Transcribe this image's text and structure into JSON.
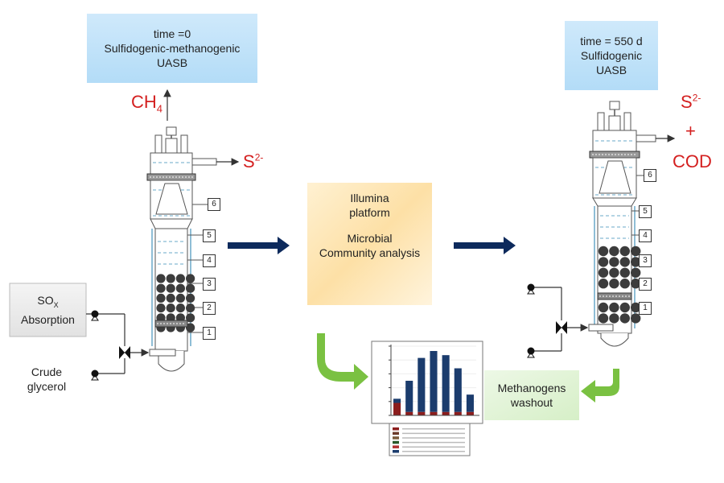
{
  "colors": {
    "label_red": "#d42020",
    "arrow_navy": "#0d2a5c",
    "arrow_green": "#7ac142",
    "box_blue": "#b9def8",
    "box_yellow": "#fde3b0",
    "box_green": "#dff3d3",
    "bead": "#3c3c3c",
    "bar_navy": "#1b3c6d",
    "bar_red": "#8b1d1d"
  },
  "left_box": {
    "line1": "time =0",
    "line2": "Sulfidogenic-methanogenic",
    "line3": "UASB"
  },
  "right_box": {
    "line1": "time = 550 d",
    "line2": "Sulfidogenic",
    "line3": "UASB"
  },
  "center_box": {
    "line1": "Illumina",
    "line2": "platform",
    "line3": "Microbial",
    "line4": "Community analysis"
  },
  "washout_box": {
    "line1": "Methanogens",
    "line2": "washout"
  },
  "sox_box": {
    "line1_prefix": "SO",
    "line1_sub": "X",
    "line2": "Absorption"
  },
  "crude": {
    "line1": "Crude",
    "line2": "glycerol"
  },
  "labels": {
    "ch4_main": "CH",
    "ch4_sub": "4",
    "s2_left_main": "S",
    "s2_left_sup": "2-",
    "s2_right_main": "S",
    "s2_right_sup": "2-",
    "plus": "+",
    "cod": "COD"
  },
  "ports_left": [
    "6",
    "5",
    "4",
    "3",
    "2",
    "1"
  ],
  "ports_right": [
    "6",
    "5",
    "4",
    "3",
    "2",
    "1"
  ],
  "chart_data": {
    "type": "bar",
    "values": [
      [
        0.18,
        0.06
      ],
      [
        0.05,
        0.45
      ],
      [
        0.05,
        0.78
      ],
      [
        0.05,
        0.88
      ],
      [
        0.05,
        0.82
      ],
      [
        0.05,
        0.63
      ],
      [
        0.05,
        0.25
      ]
    ],
    "series_colors": [
      "#8b1d1d",
      "#1b3c6d"
    ],
    "ylim": [
      0,
      1
    ],
    "legend_count": 6
  }
}
